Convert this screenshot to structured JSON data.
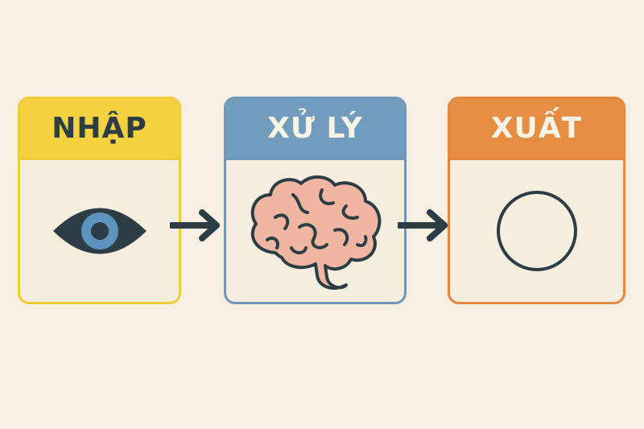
{
  "steps": [
    {
      "title": "NHẬP",
      "icon": "eye-icon",
      "header_color": "#f4d13f"
    },
    {
      "title": "XỬ LÝ",
      "icon": "brain-icon",
      "header_color": "#729cbd"
    },
    {
      "title": "XUẤT",
      "icon": "circle-icon",
      "header_color": "#e58d43"
    }
  ],
  "colors": {
    "background": "#f6efe2",
    "ink": "#2c3d45",
    "brain_fill": "#f0b6a1"
  }
}
